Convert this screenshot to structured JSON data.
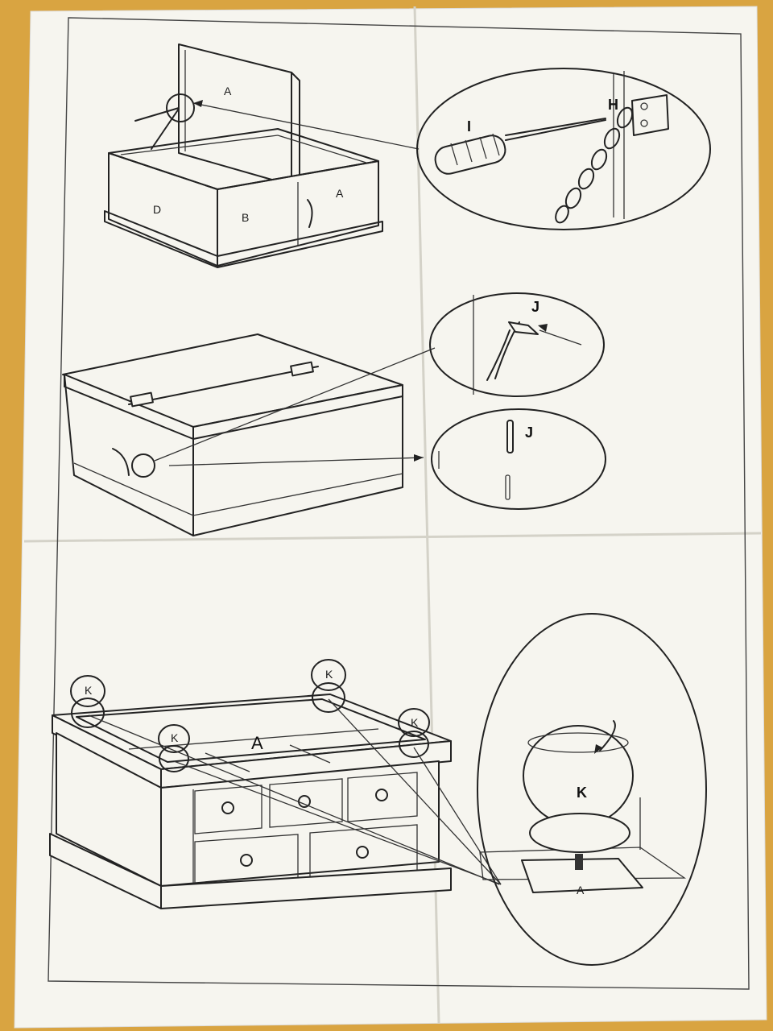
{
  "labels": {
    "step1_lid": "A",
    "step1_front_left": "D",
    "step1_front_mid": "B",
    "step1_front_right": "A",
    "step1_detail_screwdriver": "I",
    "step1_detail_hinge": "H",
    "step2_detail_top": "J",
    "step2_detail_bottom": "J",
    "step3_top_panel": "A",
    "step3_foot_1": "K",
    "step3_foot_2": "K",
    "step3_foot_3": "K",
    "step3_foot_4": "K",
    "step3_detail_foot": "K",
    "step3_detail_panel": "A"
  },
  "colors": {
    "table": "#d9a441",
    "paper": "#f6f5ef",
    "ink": "#222222"
  }
}
